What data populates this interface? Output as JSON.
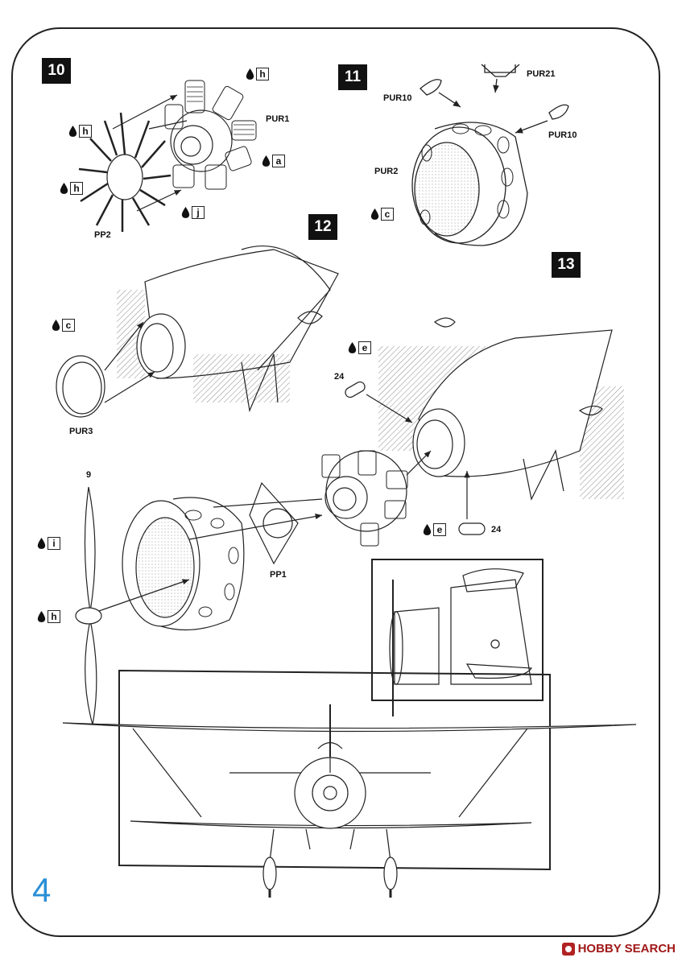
{
  "page_number": "4",
  "steps": [
    {
      "id": "step-10",
      "label": "10"
    },
    {
      "id": "step-11",
      "label": "11"
    },
    {
      "id": "step-12",
      "label": "12"
    },
    {
      "id": "step-13",
      "label": "13"
    }
  ],
  "part_labels": {
    "pur1": "PUR1",
    "pp2": "PP2",
    "pur10_left": "PUR10",
    "pur21": "PUR21",
    "pur10_right": "PUR10",
    "pur2": "PUR2",
    "pur3": "PUR3",
    "part_9": "9",
    "pp1": "PP1",
    "part_24_top": "24",
    "part_24_bottom": "24"
  },
  "paint_codes": {
    "s10_h_top": "h",
    "s10_h_left": "h",
    "s10_h_lower": "h",
    "s10_a": "a",
    "s10_j": "j",
    "s11_c": "c",
    "s12_c": "c",
    "s13_e_top": "e",
    "s13_e_bottom": "e",
    "prop_i": "i",
    "prop_h": "h"
  },
  "watermark": {
    "text": "HOBBY SEARCH",
    "brand_color": "#b22222"
  },
  "colors": {
    "step_badge_bg": "#111111",
    "page_number": "#2a8fd6"
  }
}
